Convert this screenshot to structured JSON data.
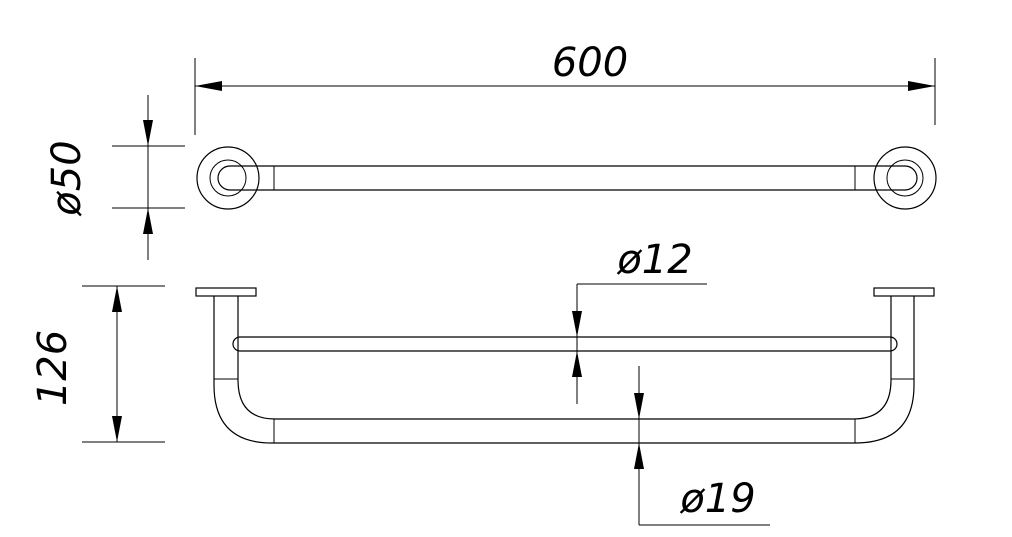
{
  "dimensions": {
    "overall_length": "600",
    "rose_diameter": "ø50",
    "height": "126",
    "upper_rod_diameter": "ø12",
    "main_rod_diameter": "ø19"
  }
}
